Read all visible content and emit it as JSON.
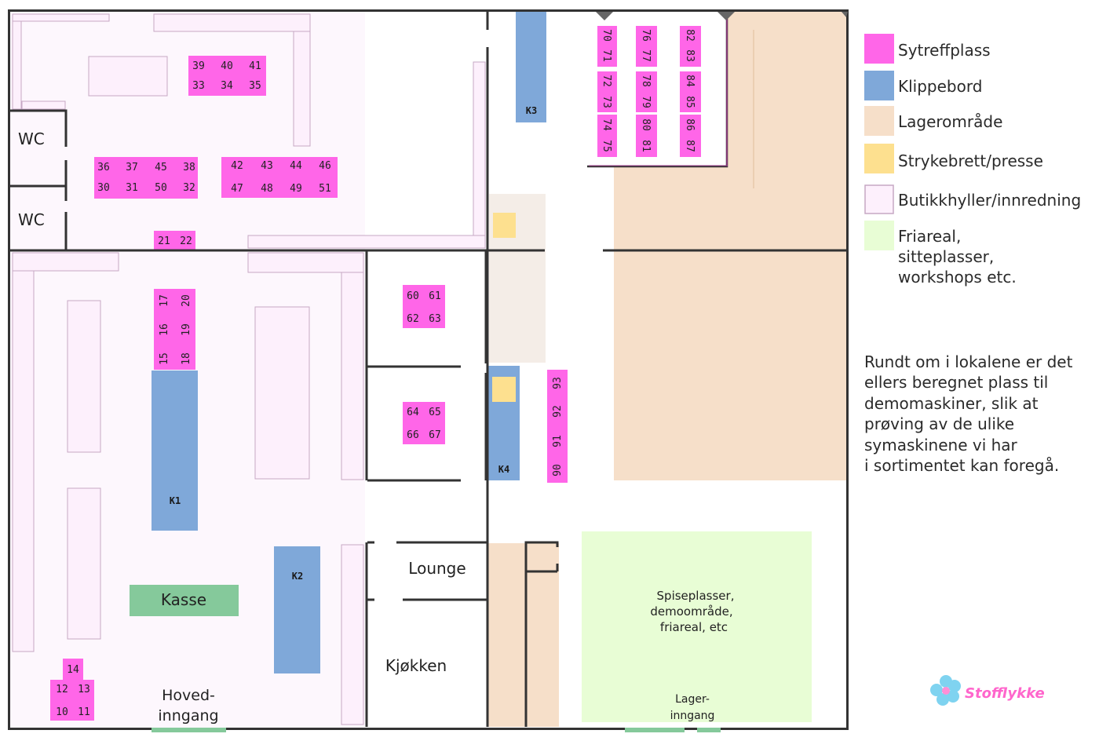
{
  "legend": {
    "items": [
      {
        "label": "Sytreffplass",
        "color": "#ff66e8"
      },
      {
        "label": "Klippebord",
        "color": "#7fa8d9"
      },
      {
        "label": "Lagerområde",
        "color": "#f6dfc9"
      },
      {
        "label": "Strykebrett/presse",
        "color": "#fde08f"
      },
      {
        "label": "Butikkhyller/innredning",
        "color": "#fdf0fc"
      },
      {
        "label": "Friareal, sitteplasser, workshops etc.",
        "color": "#e8fdd5"
      }
    ],
    "lines": {
      "l1": "Sytreffplass",
      "l2": "Klippebord",
      "l3": "Lagerområde",
      "l4": "Strykebrett/presse",
      "l5": "Butikkhyller/innredning",
      "l6a": "Friareal,",
      "l6b": "sitteplasser,",
      "l6c": "workshops etc."
    }
  },
  "note": {
    "lines": [
      "Rundt om i lokalene er det",
      "ellers beregnet plass til",
      "demomaskiner, slik at",
      "prøving av de ulike",
      "symaskinene vi har",
      "i sortimentet kan foregå."
    ]
  },
  "rooms": {
    "wc1": "WC",
    "wc2": "WC",
    "lounge": "Lounge",
    "kitchen": "Kjøkken",
    "kasse": "Kasse",
    "main_entrance": [
      "Hoved-",
      "inngang"
    ],
    "storage_entrance": [
      "Lager-",
      "inngang"
    ],
    "free_area": [
      "Spiseplasser,",
      "demoområde,",
      "friareal, etc"
    ]
  },
  "tables": {
    "k1": "K1",
    "k2": "K2",
    "k3": "K3",
    "k4": "K4"
  },
  "seats": {
    "s1": [
      "39",
      "40",
      "41",
      "33",
      "34",
      "35"
    ],
    "s2": [
      "36",
      "37",
      "45",
      "38",
      "30",
      "31",
      "50",
      "32"
    ],
    "s3": [
      "42",
      "43",
      "44",
      "46",
      "47",
      "48",
      "49",
      "51"
    ],
    "s4": [
      "21",
      "22"
    ],
    "s5": [
      "17",
      "20",
      "16",
      "19",
      "15",
      "18"
    ],
    "s6": [
      "60",
      "61",
      "62",
      "63"
    ],
    "s7": [
      "64",
      "65",
      "66",
      "67"
    ],
    "s8": [
      "93",
      "92",
      "91",
      "90"
    ],
    "s9": [
      "14",
      "12",
      "13",
      "10",
      "11"
    ],
    "v1": [
      "70",
      "71",
      "72",
      "73",
      "74",
      "75"
    ],
    "v2": [
      "76",
      "77",
      "78",
      "79",
      "80",
      "81"
    ],
    "v3": [
      "82",
      "83",
      "84",
      "85",
      "86",
      "87"
    ]
  },
  "logo": {
    "text": "Stofflykke"
  }
}
